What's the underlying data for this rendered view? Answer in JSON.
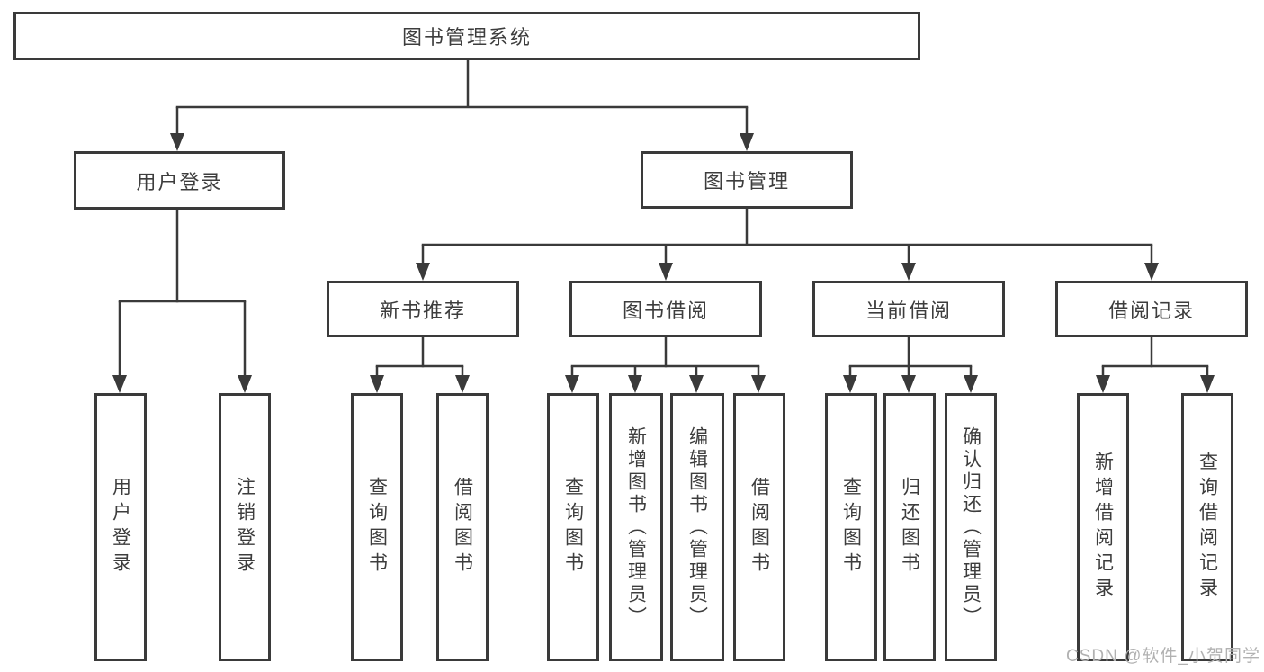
{
  "diagram": {
    "title": "图书管理系统",
    "level2": {
      "user_login": "用户登录",
      "book_management": "图书管理"
    },
    "level3": {
      "new_book_recommend": "新书推荐",
      "book_borrowing": "图书借阅",
      "current_borrowing": "当前借阅",
      "borrowing_records": "借阅记录"
    },
    "leaves": {
      "user": [
        "用户登录",
        "注销登录"
      ],
      "newbook": [
        "查询图书",
        "借阅图书"
      ],
      "borrow": [
        "查询图书",
        "新增图书（管理员）",
        "编辑图书（管理员）",
        "借阅图书"
      ],
      "current": [
        "查询图书",
        "归还图书",
        "确认归还（管理员）"
      ],
      "records": [
        "新增借阅记录",
        "查询借阅记录"
      ]
    },
    "watermark": "CSDN @软件_小贺同学",
    "colors": {
      "line": "#3a3a3a",
      "box_border": "#3a3a3a",
      "box_fill": "#ffffff",
      "text": "#3d3d3d",
      "watermark": "#b1b1b1",
      "background": "#ffffff"
    }
  }
}
